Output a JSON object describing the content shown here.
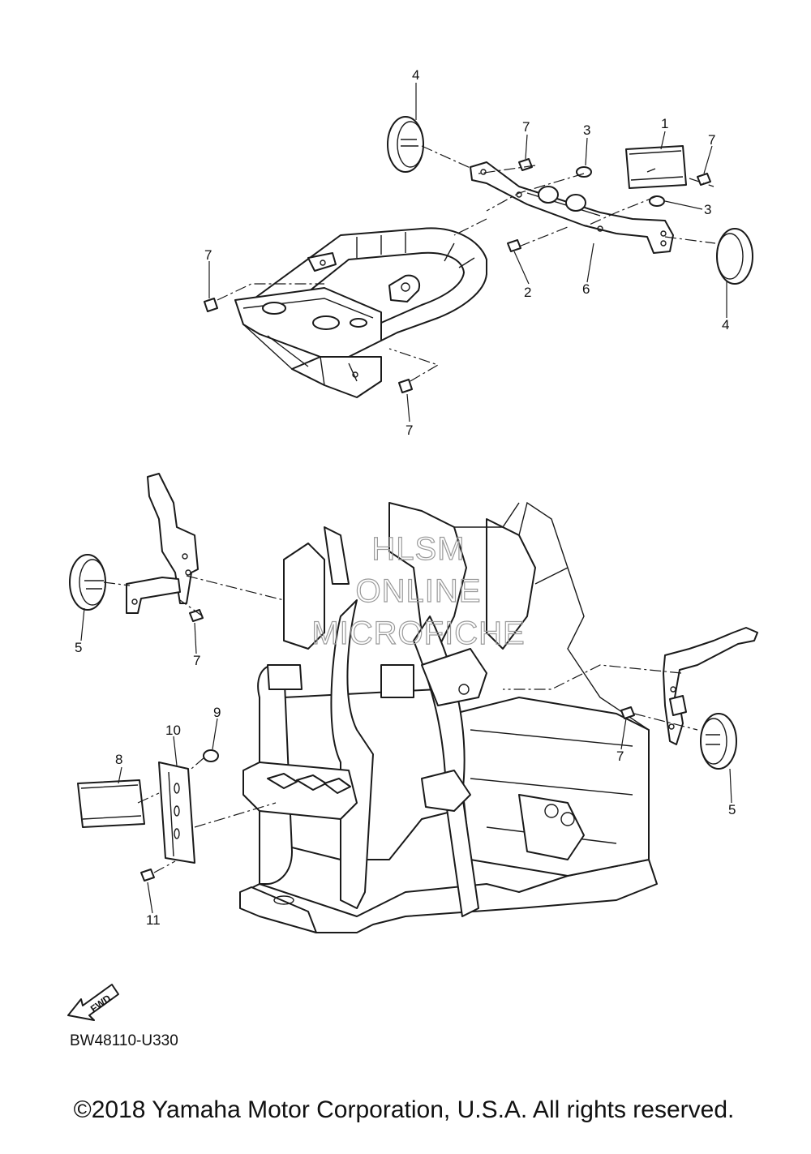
{
  "diagram": {
    "callouts": {
      "c1": "1",
      "c2": "2",
      "c3a": "3",
      "c3b": "3",
      "c4a": "4",
      "c4b": "4",
      "c5a": "5",
      "c5b": "5",
      "c6": "6",
      "c7a": "7",
      "c7b": "7",
      "c7c": "7",
      "c7d": "7",
      "c7e": "7",
      "c7f": "7",
      "c8": "8",
      "c9": "9",
      "c10": "10",
      "c11": "11"
    },
    "watermark": [
      "HLSM",
      "ONLINE",
      "MICROFICHE"
    ],
    "fwd_label": "FWD",
    "part_number": "BW48110-U330",
    "copyright": "©2018 Yamaha Motor Corporation, U.S.A. All rights reserved."
  }
}
